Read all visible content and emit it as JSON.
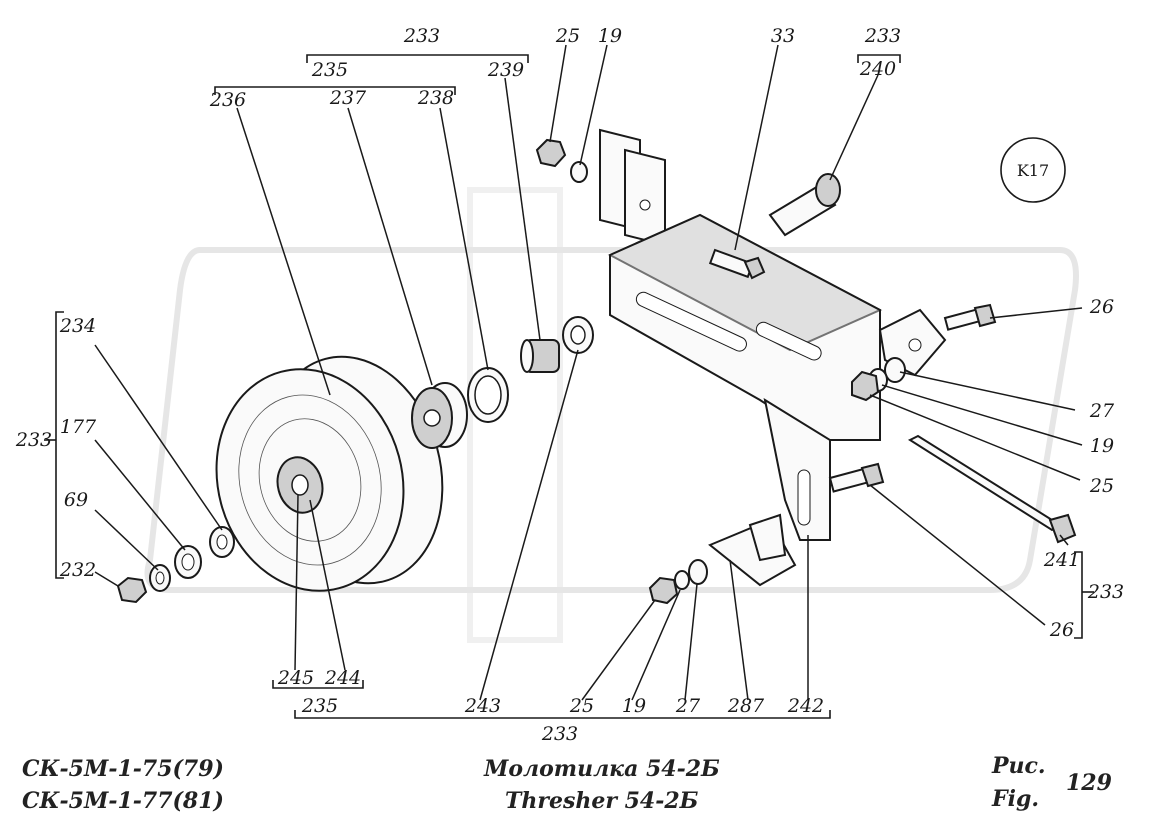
{
  "badge": "K17",
  "callouts": {
    "n233_top": "233",
    "n235_top": "235",
    "n236": "236",
    "n237": "237",
    "n238": "238",
    "n239": "239",
    "n25_top": "25",
    "n19_top": "19",
    "n33": "33",
    "n233_tr": "233",
    "n240": "240",
    "n26_r": "26",
    "n27_r": "27",
    "n19_r": "19",
    "n25_r": "25",
    "n234": "234",
    "n177": "177",
    "n69": "69",
    "n232": "232",
    "n233_l": "233",
    "n241": "241",
    "n233_r": "233",
    "n26_lr": "26",
    "n245": "245",
    "n244": "244",
    "n235_b": "235",
    "n243": "243",
    "n25_b": "25",
    "n19_b": "19",
    "n27_b": "27",
    "n287": "287",
    "n242": "242",
    "n233_b": "233"
  },
  "footer": {
    "model1": "СК-5М-1-75(79)",
    "model2": "СК-5М-1-77(81)",
    "title_ru": "Молотилка  54-2Б",
    "title_en": "Thresher  54-2Б",
    "fig_ru": "Рис.",
    "fig_en": "Fig.",
    "fig_num": "129"
  }
}
